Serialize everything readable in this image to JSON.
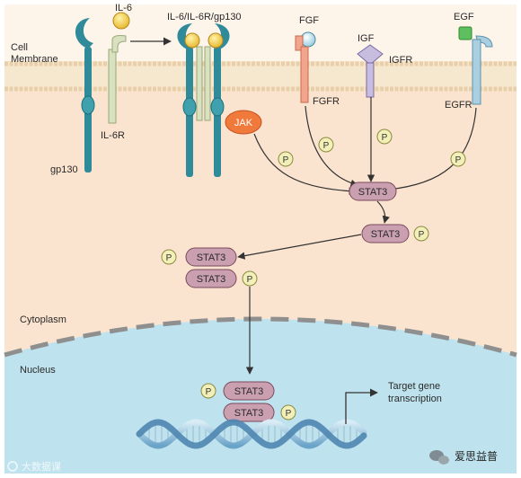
{
  "labels": {
    "cell_membrane_line1": "Cell",
    "cell_membrane_line2": "Membrane",
    "il6": "IL-6",
    "il6_complex": "IL-6/IL-6R/gp130",
    "il6r": "IL-6R",
    "gp130": "gp130",
    "fgf": "FGF",
    "fgfr": "FGFR",
    "igf": "IGF",
    "igfr": "IGFR",
    "egf": "EGF",
    "egfr": "EGFR",
    "jak": "JAK",
    "cytoplasm": "Cytoplasm",
    "nucleus": "Nucleus",
    "target_gene_line1": "Target gene",
    "target_gene_line2": "transcription"
  },
  "stat3": {
    "label": "STAT3",
    "phospho": "P"
  },
  "watermarks": {
    "left": "大数据课",
    "right": "爱思益普"
  },
  "colors": {
    "membrane": "#f6e7cf",
    "cytoplasm": "#fbe4cf",
    "nucleus": "#bfe3ee",
    "stat3_fill": "#caa0b0",
    "stat3_stroke": "#7a4a5c",
    "p_fill": "#f2f0b8",
    "p_stroke": "#8a8a40",
    "jak_fill": "#f07a3c",
    "receptor_teal": "#2f8a9a",
    "il6r_green": "#d8e2c0",
    "fgfr_salmon": "#f2a58c",
    "igfr_lilac": "#a89bc4",
    "egfr_blue": "#a9cfe0",
    "egf_green": "#5fbf5f"
  }
}
